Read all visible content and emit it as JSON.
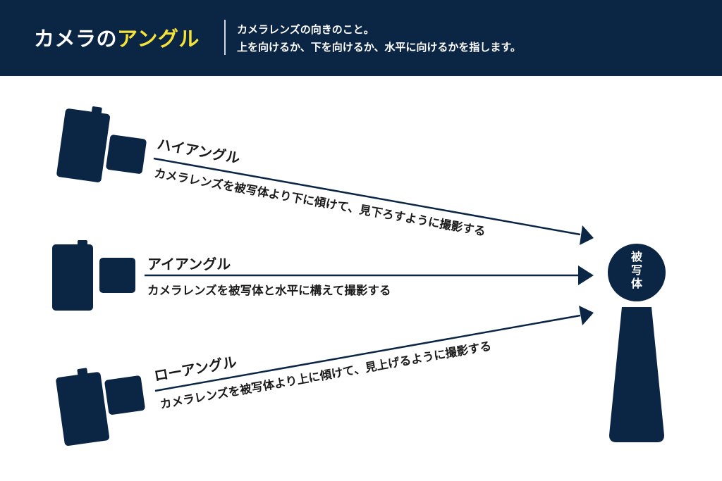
{
  "header": {
    "title_prefix": "カメラの",
    "title_accent": "アングル",
    "desc_line1": "カメラレンズの向きのこと。",
    "desc_line2": "上を向けるか、下を向けるか、水平に向けるかを指します。"
  },
  "angles": {
    "high": {
      "name": "ハイアングル",
      "desc": "カメラレンズを被写体より下に傾けて、見下ろすように撮影する"
    },
    "eye": {
      "name": "アイアングル",
      "desc": "カメラレンズを被写体と水平に構えて撮影する"
    },
    "low": {
      "name": "ローアングル",
      "desc": "カメラレンズを被写体より上に傾けて、見上げるように撮影する"
    }
  },
  "subject": {
    "chars": [
      "被",
      "写",
      "体"
    ]
  },
  "colors": {
    "navy": "#0b2545",
    "accent": "#f5e33a",
    "text": "#1a1a1a",
    "background": "#ffffff"
  },
  "icons": [
    "camera-icon",
    "subject-figure-icon",
    "arrow-icon"
  ]
}
